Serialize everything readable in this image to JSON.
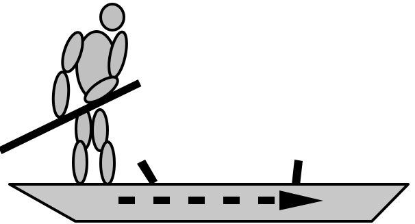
{
  "scene": {
    "figure": {
      "subject": "person-standing-on-boat",
      "body_color": "#c0c0c0",
      "outline_color": "#000000"
    },
    "pole": {
      "color": "#000000"
    },
    "boat": {
      "hull_color": "#c8c8c8",
      "outline_color": "#000000",
      "oarlock_count": 2
    },
    "motion_arrow": {
      "direction": "right",
      "style": "dashed",
      "dash_count": 5,
      "color": "#000000"
    }
  }
}
